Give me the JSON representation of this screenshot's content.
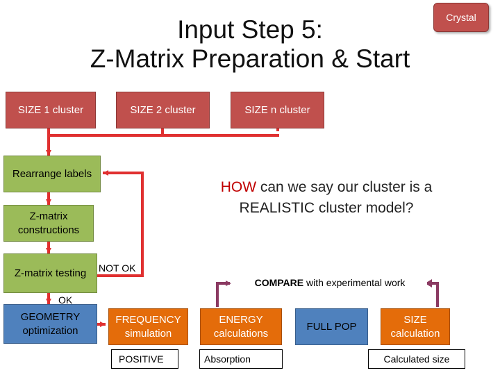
{
  "title": {
    "line1": "Input Step 5:",
    "line2": "Z-Matrix Preparation & Start"
  },
  "badge": "Crystal",
  "clusters": {
    "size1": "SIZE 1 cluster",
    "size2": "SIZE 2 cluster",
    "sizen": "SIZE n cluster"
  },
  "steps": {
    "rearrange": "Rearrange labels",
    "zmatrix_construct": "Z-matrix constructions",
    "zmatrix_test": "Z-matrix testing"
  },
  "labels": {
    "not_ok": "NOT OK",
    "ok": "OK"
  },
  "question": {
    "highlight": "HOW",
    "rest": " can we say our cluster is a REALISTIC cluster model?"
  },
  "compare": {
    "bold": "COMPARE",
    "rest": " with experimental work"
  },
  "calculations": {
    "geometry": "GEOMETRY optimization",
    "frequency": "FREQUENCY simulation",
    "energy": "ENERGY calculations",
    "fullpop": "FULL POP",
    "size": "SIZE calculation"
  },
  "results": {
    "positive": "POSITIVE",
    "absorption": "Absorption",
    "calculated_size": "Calculated size"
  },
  "colors": {
    "red": "#c0504d",
    "green": "#9bbb59",
    "blue": "#4f81bd",
    "orange": "#e46c0a",
    "connector": "#e03030"
  }
}
